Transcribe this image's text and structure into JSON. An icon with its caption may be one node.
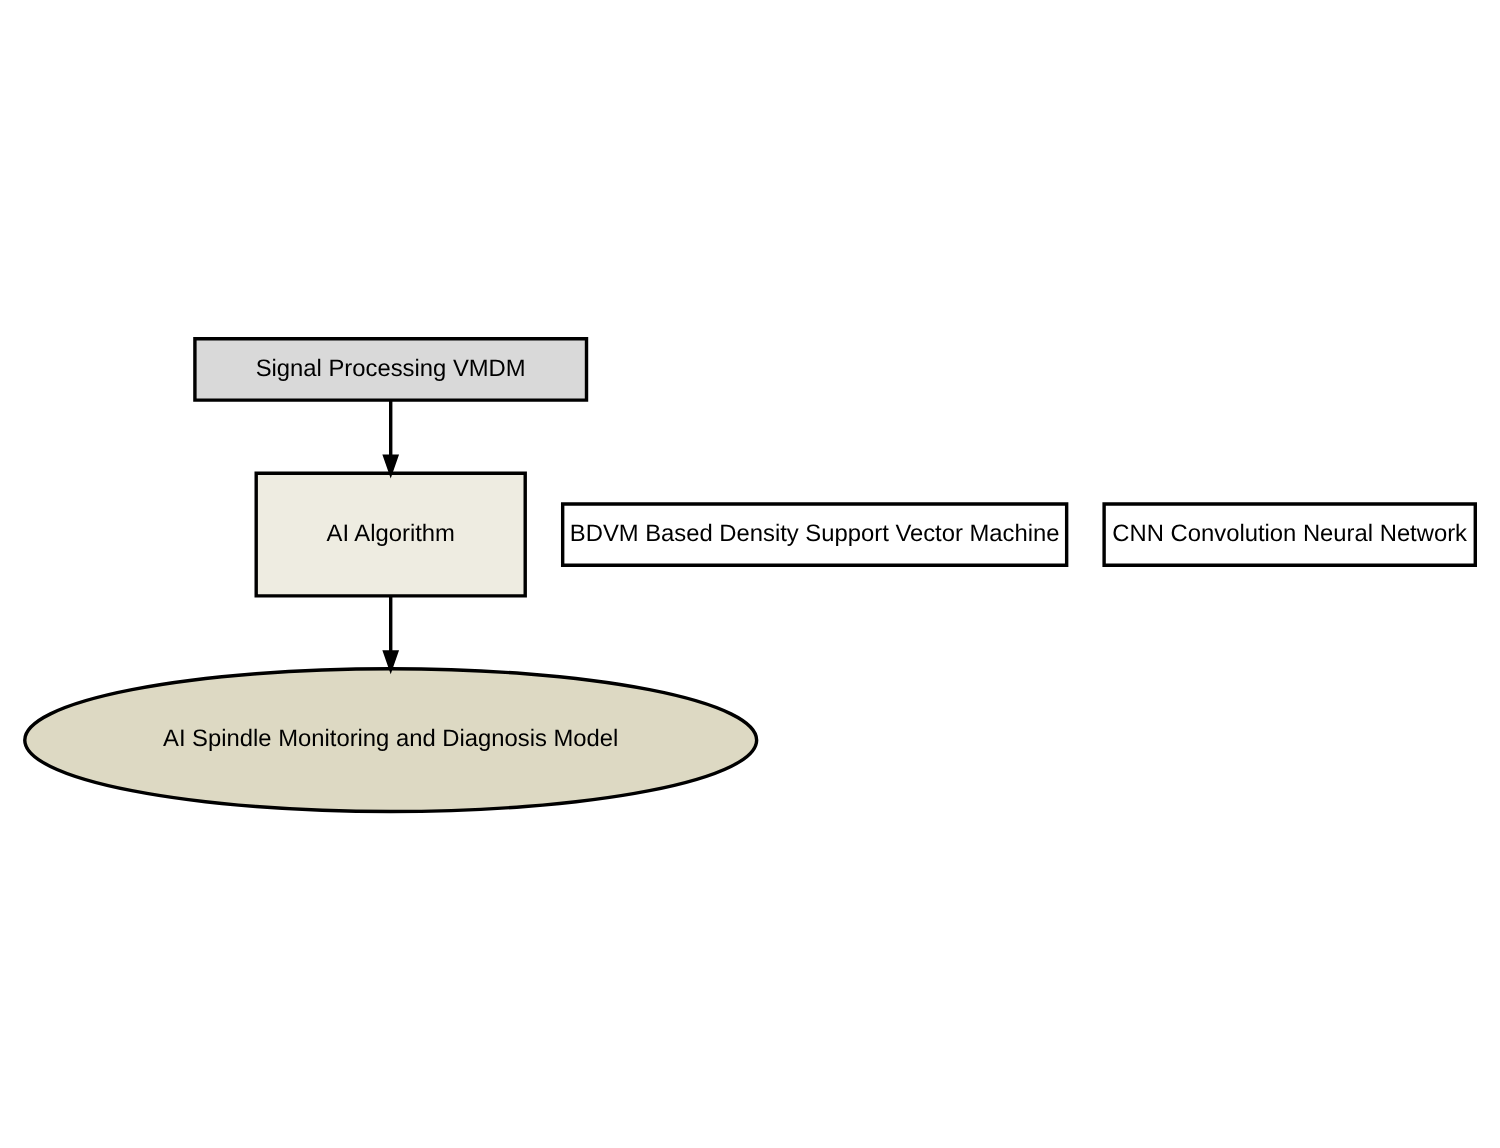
{
  "diagram": {
    "nodes": [
      {
        "text": [
          "Signal Processing VMDM"
        ]
      },
      {
        "text": [
          "AI Algorithm"
        ]
      },
      {
        "text": [
          "BDVM Based Density Support Vector Machine"
        ]
      },
      {
        "text": [
          "CNN Convolution Neural Network"
        ]
      },
      {
        "text": [
          "AI Spindle Monitoring and Diagnosis Model"
        ]
      }
    ],
    "edges": [
      {
        "from": 0,
        "to": 1,
        "arrow": "to"
      },
      {
        "from": 1,
        "to": 4,
        "arrow": "to"
      }
    ]
  }
}
